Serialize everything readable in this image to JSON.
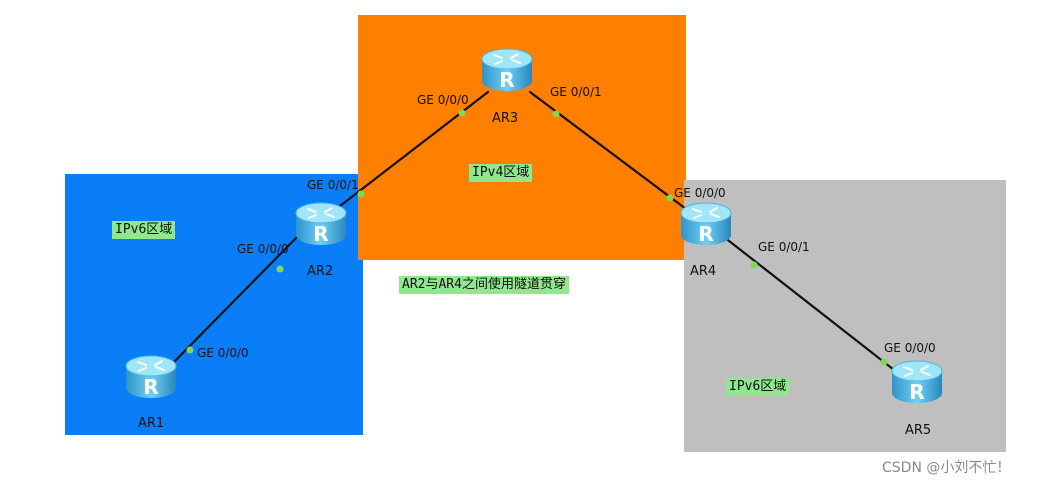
{
  "colors": {
    "ipv6_left_zone": "#0a7ef7",
    "ipv4_zone": "#ff7f00",
    "ipv6_right_zone": "#bfbfbf",
    "tag_bg": "#8fe88f",
    "port_dot": "#7ed957",
    "link": "#111111"
  },
  "routers": {
    "ar1": "AR1",
    "ar2": "AR2",
    "ar3": "AR3",
    "ar4": "AR4",
    "ar5": "AR5"
  },
  "router_icon_glyph": "R",
  "ports": {
    "ar1_g000": "GE 0/0/0",
    "ar2_g000": "GE 0/0/0",
    "ar2_g001": "GE 0/0/1",
    "ar3_g000": "GE 0/0/0",
    "ar3_g001": "GE 0/0/1",
    "ar4_g000": "GE 0/0/0",
    "ar4_g001": "GE 0/0/1",
    "ar5_g000": "GE 0/0/0"
  },
  "zones": {
    "left_tag": "IPv6区域",
    "mid_tag": "IPv4区域",
    "right_tag": "IPv6区域"
  },
  "tunnel_note": "AR2与AR4之间使用隧道贯穿",
  "watermark": "CSDN @小刘不忙！"
}
